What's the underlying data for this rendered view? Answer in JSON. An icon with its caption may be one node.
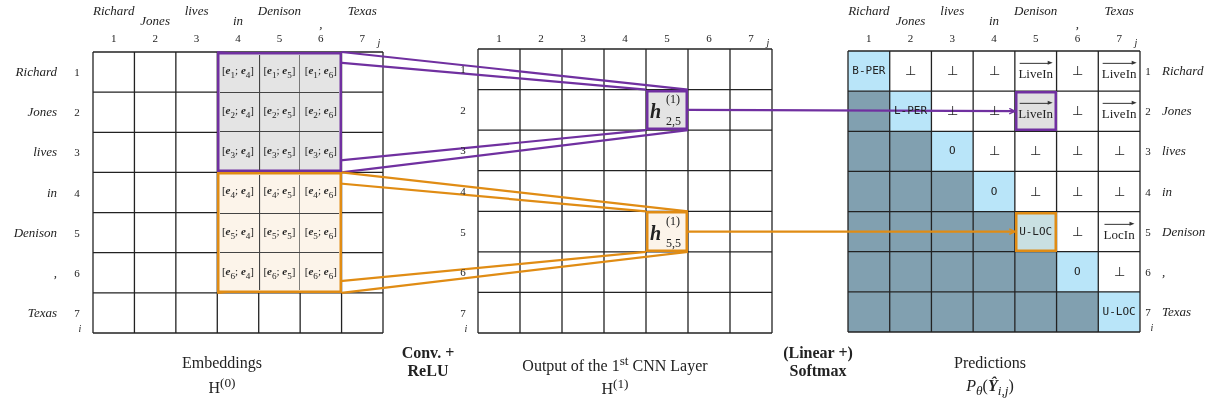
{
  "diagram": {
    "nodes": [
      {
        "text": [
          "[**e**$_{1}$; **e**$_{4}$]",
          "[**e**$_{1}$; **e**$_{5}$]",
          "[**e**$_{1}$; **e**$_{6}$]",
          "[**e**$_{2}$; **e**$_{4}$]",
          "[**e**$_{2}$; **e**$_{5}$]",
          "[**e**$_{2}$; **e**$_{6}$]",
          "[**e**$_{3}$; **e**$_{4}$]",
          "[**e**$_{3}$; **e**$_{5}$]",
          "[**e**$_{3}$; **e**$_{6}$]"
        ]
      },
      {
        "text": [
          "[**e**$_{4}$; **e**$_{4}$]",
          "[**e**$_{4}$; **e**$_{5}$]",
          "[**e**$_{4}$; **e**$_{6}$]",
          "[**e**$_{5}$; **e**$_{4}$]",
          "[**e**$_{5}$; **e**$_{5}$]",
          "[**e**$_{5}$; **e**$_{6}$]",
          "[**e**$_{6}$; **e**$_{4}$]",
          "[**e**$_{6}$; **e**$_{5}$]",
          "[**e**$_{6}$; **e**$_{6}$]"
        ]
      },
      {
        "text": [
          "**h**$_{2,5}$$^{(1)}$"
        ]
      },
      {
        "text": [
          "**h**$_{5,5}$$^{(1)}$"
        ]
      },
      {
        "text": [
          "LiveIn"
        ]
      },
      {
        "text": [
          "U-LOC"
        ]
      }
    ],
    "edges": [
      {
        "from": 0,
        "to": 2,
        "arrow": "none",
        "color": "#7030a0"
      },
      {
        "from": 0,
        "to": 2,
        "arrow": "none",
        "color": "#7030a0"
      },
      {
        "from": 0,
        "to": 2,
        "arrow": "none",
        "color": "#7030a0"
      },
      {
        "from": 0,
        "to": 2,
        "arrow": "none",
        "color": "#7030a0"
      },
      {
        "from": 1,
        "to": 3,
        "arrow": "none",
        "color": "#e08c14"
      },
      {
        "from": 1,
        "to": 3,
        "arrow": "none",
        "color": "#e08c14"
      },
      {
        "from": 1,
        "to": 3,
        "arrow": "none",
        "color": "#e08c14"
      },
      {
        "from": 1,
        "to": 3,
        "arrow": "none",
        "color": "#e08c14"
      },
      {
        "from": 2,
        "to": 4,
        "arrow": "to",
        "color": "#7030a0"
      },
      {
        "from": 3,
        "to": 5,
        "arrow": "to",
        "color": "#e08c14"
      }
    ],
    "labels": [
      "Richard",
      "Jones",
      "lives",
      "in",
      "Denison",
      ",",
      "Texas",
      "1",
      "2",
      "3",
      "4",
      "5",
      "6",
      "7",
      "j",
      "Richard",
      "1",
      "Jones",
      "2",
      "lives",
      "3",
      "in",
      "4",
      "Denison",
      "5",
      ",",
      "6",
      "Texas",
      "7",
      "i",
      "1",
      "2",
      "3",
      "4",
      "5",
      "6",
      "7",
      "j",
      "1",
      "2",
      "3",
      "4",
      "5",
      "6",
      "7",
      "i",
      "Richard",
      "Jones",
      "lives",
      "in",
      "Denison",
      ",",
      "Texas",
      "1",
      "2",
      "3",
      "4",
      "5",
      "6",
      "7",
      "j",
      "B-PER",
      "⊥",
      "⊥",
      "⊥",
      "LiveIn",
      "⊥",
      "LiveIn",
      "1",
      "Richard",
      "L-PER",
      "⊥",
      "⊥",
      "⊥",
      "LiveIn",
      "2",
      "Jones",
      "O",
      "⊥",
      "⊥",
      "⊥",
      "⊥",
      "3",
      "lives",
      "O",
      "⊥",
      "⊥",
      "⊥",
      "4",
      "in",
      "⊥",
      "LocIn",
      "5",
      "Denison",
      "O",
      "⊥",
      "6",
      ",",
      "U-LOC",
      "7",
      "Texas",
      "i",
      "Embeddings",
      "H$^{(0)}$",
      "Conv. + ReLU",
      "Output of the 1$^{st}$ CNN Layer",
      "H$^{(1)}$",
      "(Linear +) Softmax",
      "Predictions",
      "*P*$_{θ}$(**Ŷ**$_{i,j}$)"
    ]
  }
}
